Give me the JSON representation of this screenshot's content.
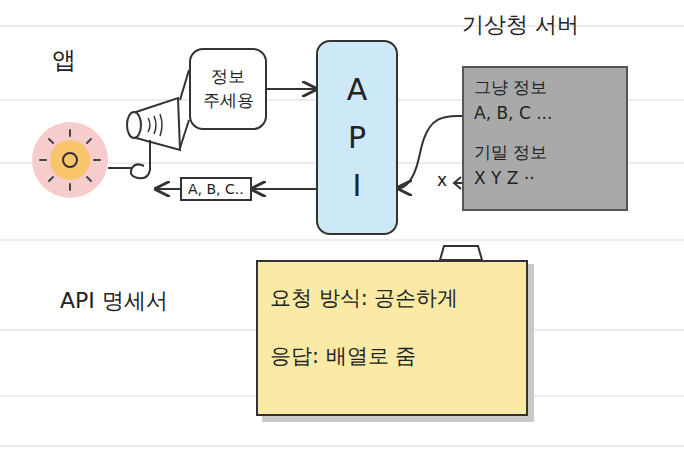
{
  "diagram": {
    "nodes": [
      {
        "text": [
          "앱"
        ]
      },
      {
        "text": [
          "정보 주세용"
        ]
      },
      {
        "text": [
          "A P I"
        ]
      },
      {
        "text": [
          "기상청 서버",
          "그냥 정보",
          "A, B, C ...",
          "기밀 정보",
          "X Y Z ··"
        ]
      },
      {
        "text": [
          "A, B, C.."
        ]
      },
      {
        "text": [
          "API 명세서",
          "요청 방식: 공손하게",
          "응답: 배열로 줌"
        ]
      }
    ],
    "edges": [
      {
        "from": 1,
        "to": 2,
        "arrow": "to"
      },
      {
        "from": 3,
        "to": 2,
        "arrow": "to"
      },
      {
        "from": 2,
        "to": 4,
        "arrow": "to"
      },
      {
        "from": 4,
        "to": 0,
        "arrow": "to"
      }
    ],
    "labels": [
      "x"
    ]
  }
}
